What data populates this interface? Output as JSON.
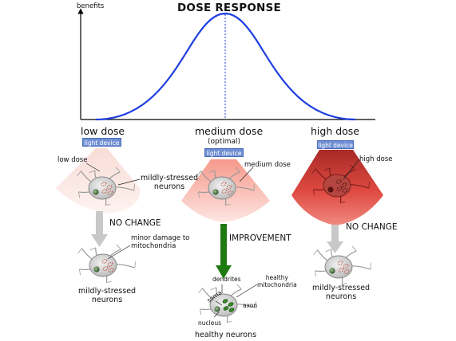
{
  "title": "DOSE RESPONSE",
  "y_axis_label": "benefits",
  "columns": {
    "low": {
      "dose_heading": "low dose",
      "device_label": "light device",
      "beam_label": "low dose",
      "initial_state": "mildly-stressed\nneurons",
      "outcome": "NO CHANGE",
      "annotation": "minor damage to\nmitochondria",
      "final_state": "mildly-stressed\nneurons"
    },
    "medium": {
      "dose_heading": "medium dose",
      "dose_subheading": "(optimal)",
      "device_label": "light device",
      "beam_label": "medium dose",
      "outcome": "IMPROVEMENT",
      "final_state": "healthy neurons",
      "parts": {
        "dendrites": "dendrites",
        "mitochondria": "healthy\nmitochondria",
        "soma": "soma",
        "axon": "axon",
        "nucleus": "nucleus"
      }
    },
    "high": {
      "dose_heading": "high dose",
      "device_label": "light device",
      "beam_label": "high dose",
      "outcome": "NO CHANGE",
      "final_state": "mildly-stressed\nneurons"
    }
  },
  "colors": {
    "curve": "#1f3fe0",
    "low_beam": "#f6d3cb",
    "medium_beam": "#f59a8f",
    "high_beam": "#dd3c36",
    "improvement_arrow": "#1f7a12",
    "no_change_arrow": "#c8c8c8",
    "device": "#6f8fd3"
  },
  "icons": {
    "neuron": "neuron-cell-icon",
    "arrow": "down-arrow-icon"
  }
}
